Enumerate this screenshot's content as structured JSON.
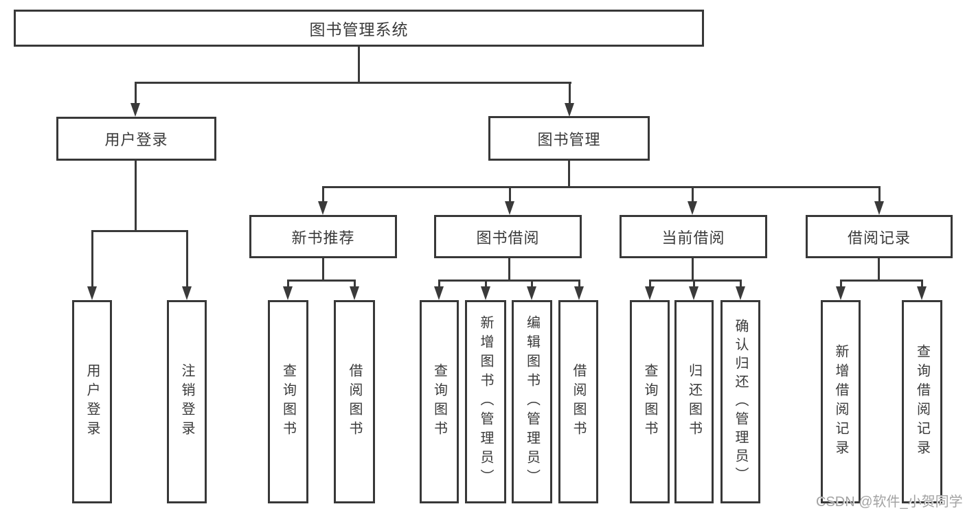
{
  "tree": {
    "label": "图书管理系统",
    "children": [
      {
        "label": "用户登录",
        "children": [
          {
            "label": "用户登录"
          },
          {
            "label": "注销登录"
          }
        ]
      },
      {
        "label": "图书管理",
        "children": [
          {
            "label": "新书推荐",
            "children": [
              {
                "label": "查询图书"
              },
              {
                "label": "借阅图书"
              }
            ]
          },
          {
            "label": "图书借阅",
            "children": [
              {
                "label": "查询图书"
              },
              {
                "label": "新增图书（管理员）"
              },
              {
                "label": "编辑图书（管理员）"
              },
              {
                "label": "借阅图书"
              }
            ]
          },
          {
            "label": "当前借阅",
            "children": [
              {
                "label": "查询图书"
              },
              {
                "label": "归还图书"
              },
              {
                "label": "确认归还（管理员）"
              }
            ]
          },
          {
            "label": "借阅记录",
            "children": [
              {
                "label": "新增借阅记录"
              },
              {
                "label": "查询借阅记录"
              }
            ]
          }
        ]
      }
    ]
  },
  "watermark": {
    "text": "CSDN @软件_小贺同学"
  },
  "colors": {
    "background": "#ffffff",
    "border": "#383838",
    "line": "#3a3a3a",
    "text": "#3a3a3a",
    "watermark": "#a3a3a3"
  }
}
